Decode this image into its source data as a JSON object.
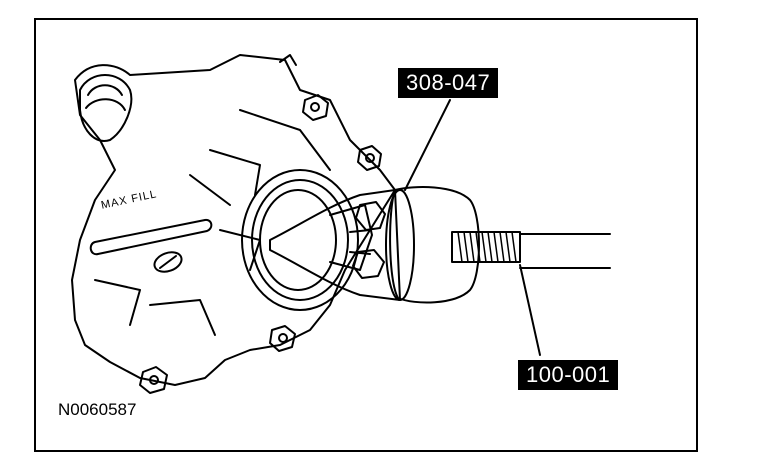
{
  "figure": {
    "id": "N0060587",
    "case_label": "MAX FILL",
    "callouts": [
      {
        "key": "tool_a",
        "label": "308-047"
      },
      {
        "key": "tool_b",
        "label": "100-001"
      }
    ]
  },
  "colors": {
    "ink": "#000000",
    "paper": "#ffffff"
  }
}
